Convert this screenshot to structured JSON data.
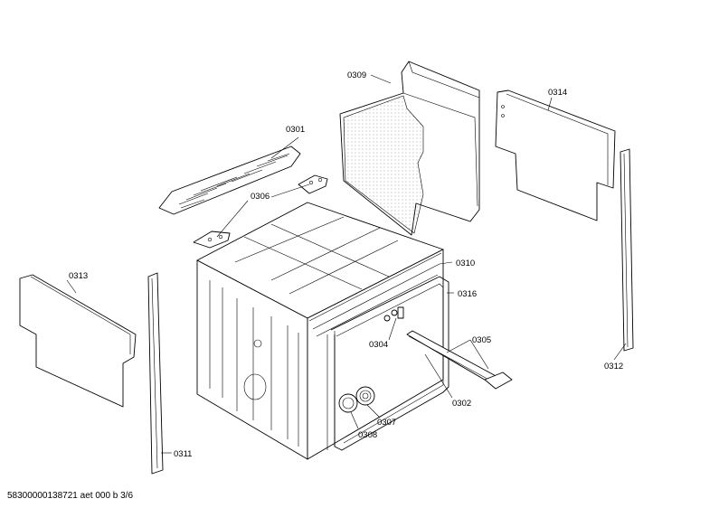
{
  "diagram": {
    "labels": {
      "p0301": "0301",
      "p0302": "0302",
      "p0304": "0304",
      "p0305": "0305",
      "p0306": "0306",
      "p0307": "0307",
      "p0308": "0308",
      "p0309": "0309",
      "p0310": "0310",
      "p0311": "0311",
      "p0312": "0312",
      "p0313": "0313",
      "p0314": "0314",
      "p0316": "0316"
    },
    "footer": "58300000138721 aet 000 b 3/6"
  }
}
